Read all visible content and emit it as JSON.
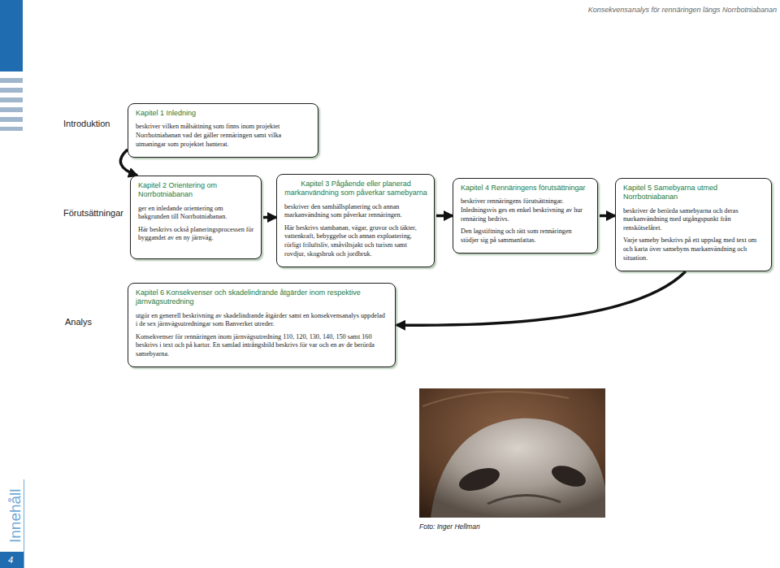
{
  "diagram": {
    "caption": "Foto: Inger Hellman",
    "nodes": [
      {
        "text": [
          "Kapitel 1 Inledning",
          "beskriver vilken målsättning som finns inom projektet Norrbotniabanan vad det gäller rennäringen samt vilka utmaningar som projektet hanterat."
        ]
      },
      {
        "text": [
          "Kapitel 2 Orientering om Norrbotniabanan",
          "ger en inledande orientering om bakgrunden till Norrbotniabanan.",
          "Här beskrivs också planeringsprocessen för byggandet av en ny järnväg."
        ]
      },
      {
        "text": [
          "Kapitel 3 Pågående eller planerad markanvändning som påverkar samebyarna",
          "beskriver den samhällsplanering och annan markanvändning som påverkar rennäringen.",
          "Här beskrivs stambanan, vägar, gruvor och täkter, vattenkraft, bebyggelse och annan exploatering, rörligt friluftsliv, småviltsjakt och turism samt rovdjur, skogsbruk och jordbruk."
        ]
      },
      {
        "text": [
          "Kapitel 4 Rennäringens förutsättningar",
          "beskriver rennäringens förutsättningar. Inledningsvis ges en enkel beskrivning av hur rennäring bedrivs.",
          "Den lagstiftning och rätt som rennäringen stödjer sig på sammanfattas."
        ]
      },
      {
        "text": [
          "Kapitel 5 Samebyarna utmed Norrbotniabanan",
          "beskriver de berörda samebyarna och deras markanvändning med utgångspunkt från renskötselåret.",
          "Varje sameby beskrivs på ett uppslag med text om och karta över samebyns markanvändning och situation."
        ]
      },
      {
        "text": [
          "Kapitel 6 Konsekvenser och skadelindrande åtgärder inom respektive järnvägsutredning",
          "utgör en generell beskrivning av skadelindrande åtgärder samt en konsekvensanalys uppdelad i de sex järnvägsutredningar som Banverket utreder.",
          "Konsekvenser för rennäringen inom järnvägsutredning 110, 120, 130, 140, 150 samt 160 beskrivs i text och på kartor. En samlad intrångsbild beskrivs för var och en av de berörda samebyarna."
        ]
      }
    ],
    "edges": [
      {
        "from": 0,
        "to": 1,
        "arrow": "to"
      },
      {
        "from": 1,
        "to": 2,
        "arrow": "to"
      },
      {
        "from": 2,
        "to": 3,
        "arrow": "to"
      },
      {
        "from": 3,
        "to": 4,
        "arrow": "to"
      },
      {
        "from": 4,
        "to": 5,
        "arrow": "to"
      }
    ],
    "labels": [
      "Konsekvensanalys för rennäringen längs Norrbotniabanan",
      "Introduktion",
      "Förutsättningar",
      "Analys",
      "Innehåll",
      "4"
    ]
  }
}
